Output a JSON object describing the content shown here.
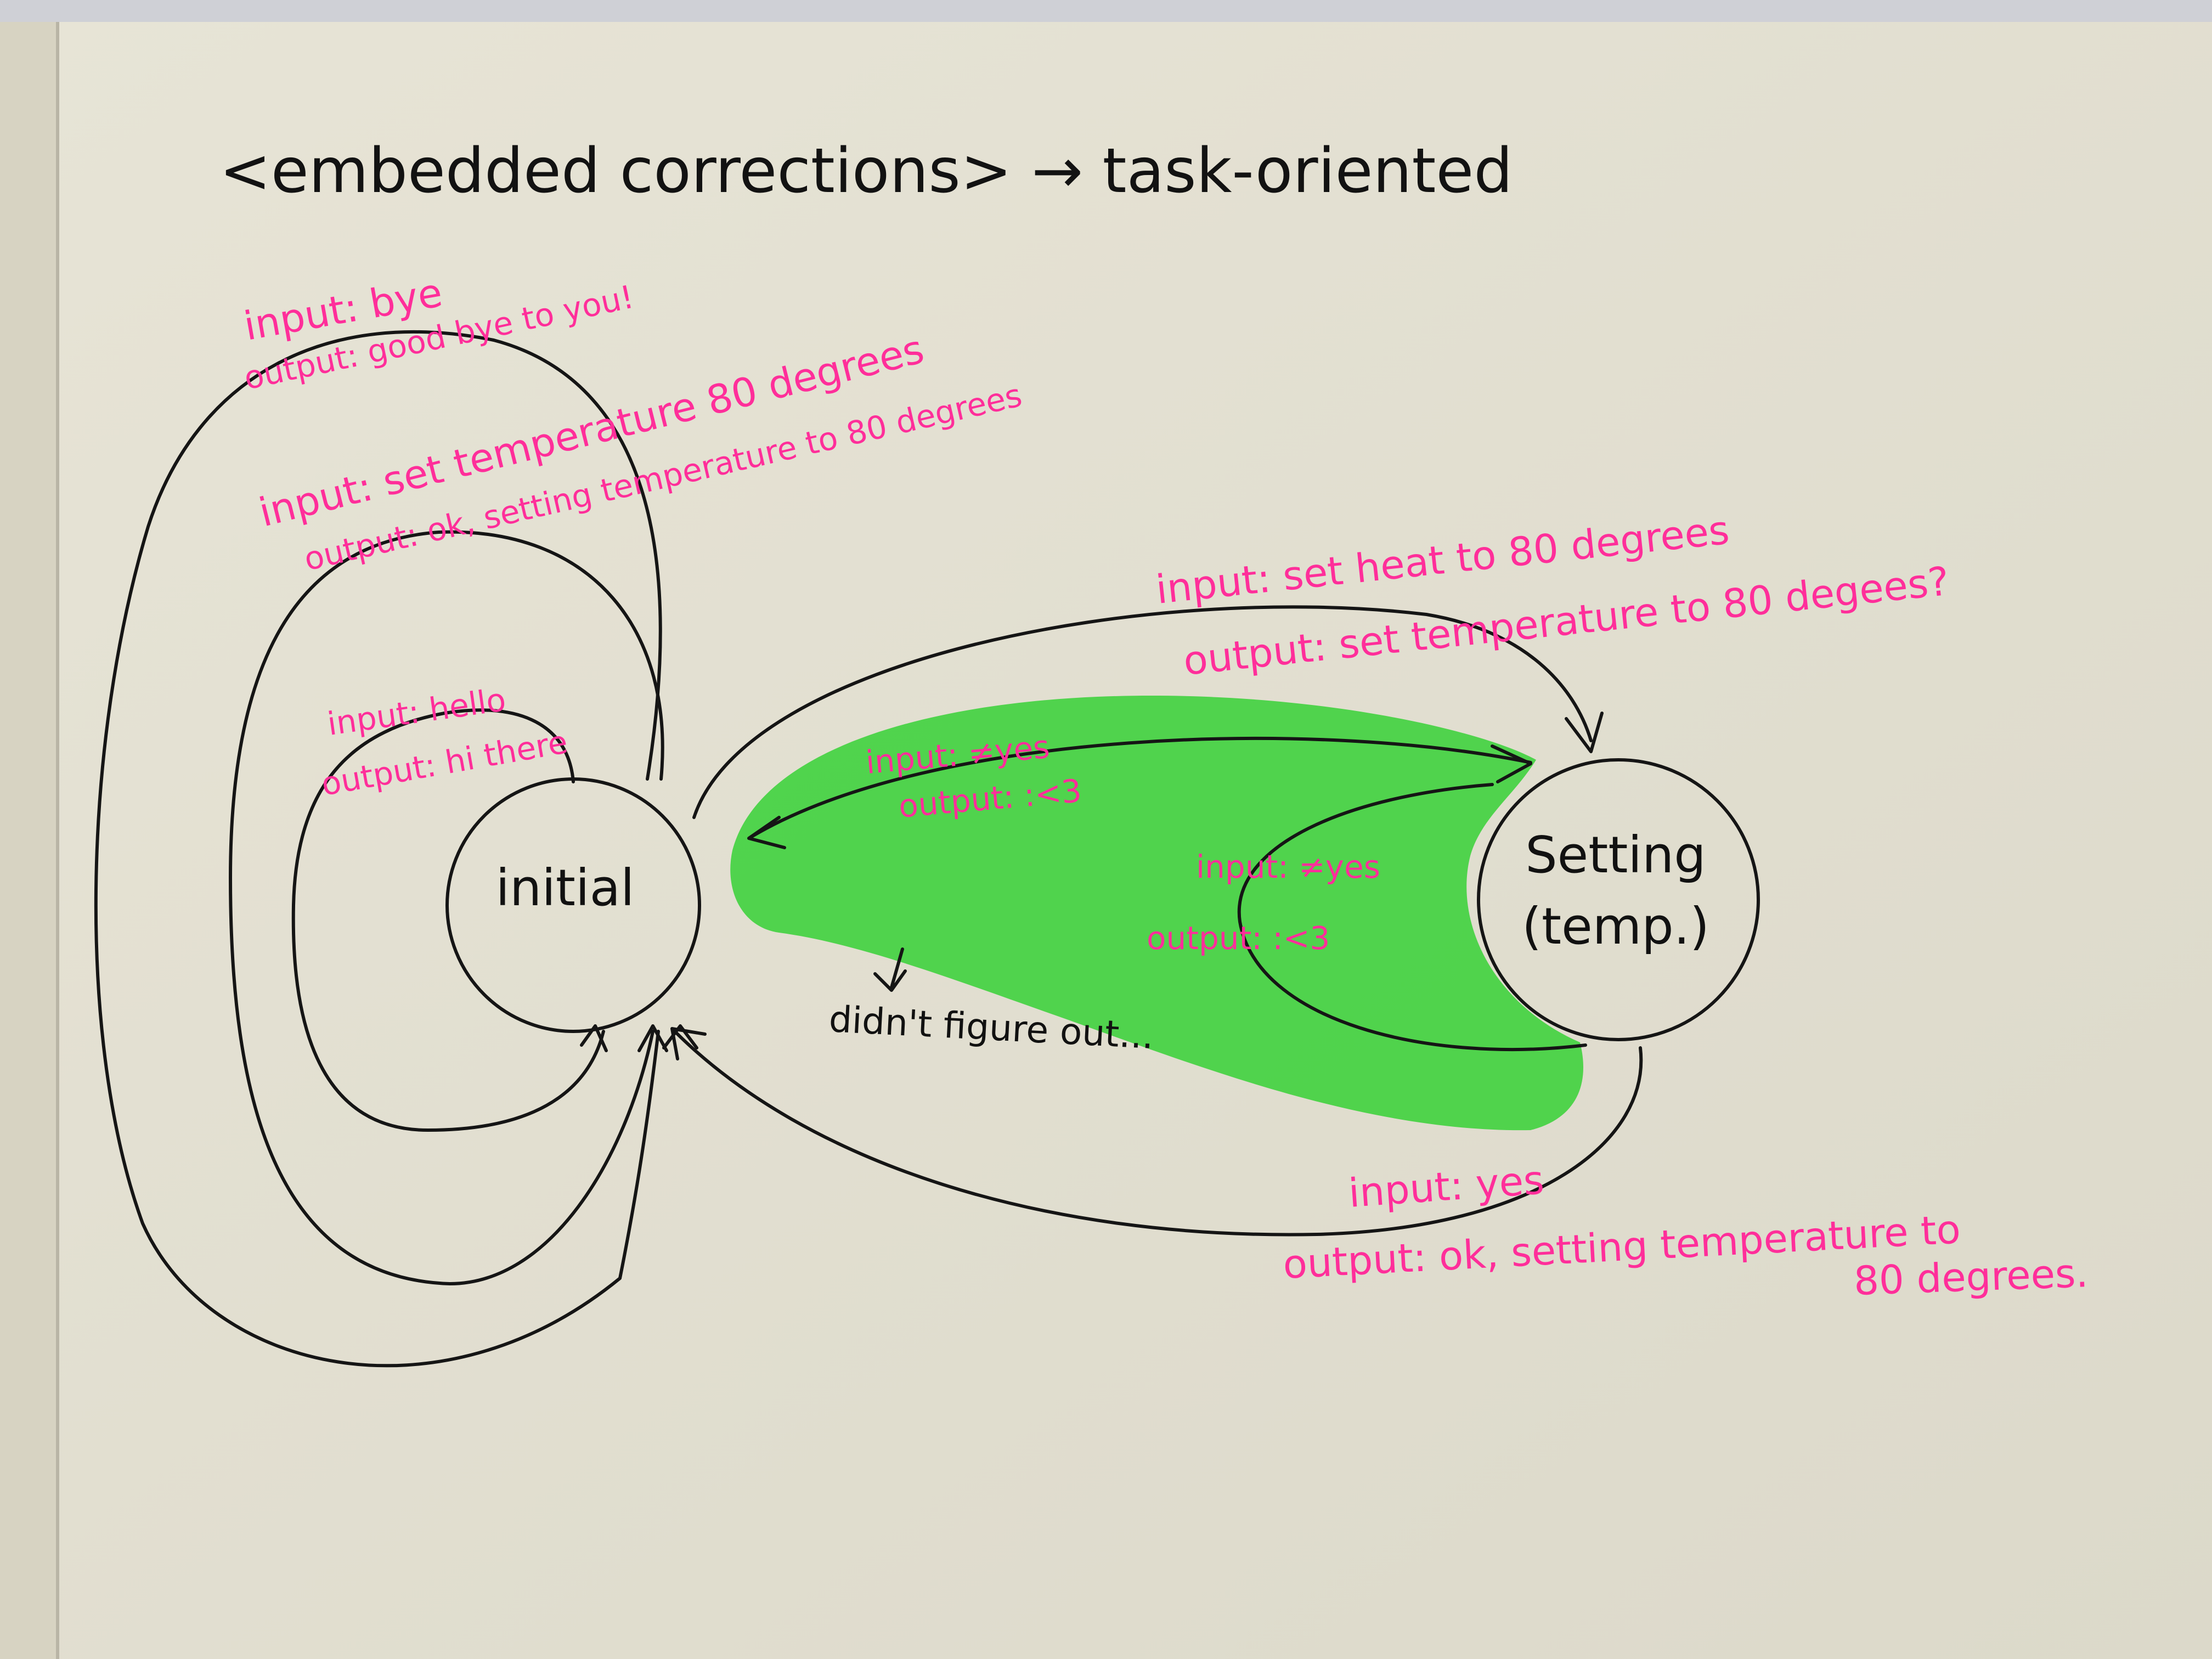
{
  "title": "<embedded corrections> → task-oriented",
  "colors": {
    "ink": "#151515",
    "label": "#ff2e9a",
    "highlighter": "#2fd12f",
    "paper": "#e9e6d8"
  },
  "states": {
    "initial": "initial",
    "setting_line1": "Setting",
    "setting_line2": "(temp.)"
  },
  "transitions": {
    "bye": {
      "input": "input: bye",
      "output": "output: good bye to you!"
    },
    "set_temperature": {
      "input": "input: set temperature 80 degrees",
      "output": "output: ok, setting temperature to 80 degrees"
    },
    "hello": {
      "input": "input: hello",
      "output": "output: hi there"
    },
    "set_heat": {
      "input": "input: set heat to 80 degrees",
      "output": "output: set temperature to 80 degees?"
    },
    "not_yes_back": {
      "input": "input: ≠yes",
      "output": "output: :<3"
    },
    "not_yes_loop": {
      "input": "input: ≠yes",
      "output": "output: :<3"
    },
    "yes": {
      "input": "input: yes",
      "output_line1": "output: ok, setting temperature to",
      "output_line2": "80 degrees."
    }
  },
  "annotation": "didn't figure out..."
}
